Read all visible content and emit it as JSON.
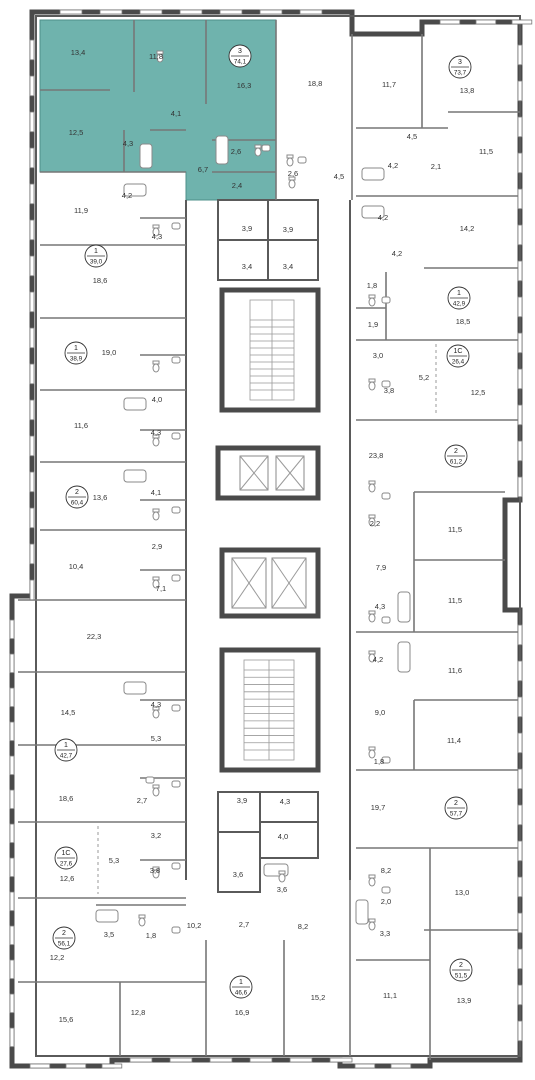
{
  "colors": {
    "selected_fill": "#6fb3ad",
    "wall": "#5a5a5a",
    "background": "#ffffff"
  },
  "apartments": [
    {
      "type": "3",
      "area": "74,1",
      "selected": true
    },
    {
      "type": "3",
      "area": "73,7"
    },
    {
      "type": "1",
      "area": "39,0"
    },
    {
      "type": "1",
      "area": "42,9"
    },
    {
      "type": "1",
      "area": "38,9"
    },
    {
      "type": "1С",
      "area": "26,4"
    },
    {
      "type": "2",
      "area": "61,2"
    },
    {
      "type": "2",
      "area": "60,4"
    },
    {
      "type": "1",
      "area": "42,7"
    },
    {
      "type": "2",
      "area": "57,7"
    },
    {
      "type": "1С",
      "area": "27,6"
    },
    {
      "type": "2",
      "area": "56,1"
    },
    {
      "type": "2",
      "area": "51,5"
    },
    {
      "type": "1",
      "area": "46,6"
    }
  ],
  "room_areas": [
    "13,4",
    "11,8",
    "16,3",
    "4,1",
    "12,5",
    "4,3",
    "6,7",
    "2,6",
    "2,4",
    "4,2",
    "18,8",
    "11,7",
    "13,8",
    "4,5",
    "11,5",
    "2,6",
    "4,5",
    "4,2",
    "2,1",
    "4,2",
    "14,2",
    "4,2",
    "1,8",
    "18,5",
    "1,9",
    "3,0",
    "5,2",
    "3,8",
    "12,5",
    "23,8",
    "2,2",
    "11,5",
    "7,9",
    "11,5",
    "4,3",
    "4,2",
    "11,6",
    "9,0",
    "11,4",
    "1,8",
    "19,7",
    "8,2",
    "13,0",
    "2,0",
    "3,3",
    "11,1",
    "13,9",
    "15,2",
    "8,2",
    "16,9",
    "2,7",
    "3,6",
    "3,6",
    "4,0",
    "4,3",
    "3,9",
    "10,2",
    "12,8",
    "15,6",
    "1,8",
    "3,5",
    "12,2",
    "3,8",
    "3,2",
    "5,3",
    "12,6",
    "2,7",
    "18,6",
    "5,3",
    "4,3",
    "14,5",
    "22,3",
    "7,1",
    "2,9",
    "10,4",
    "4,1",
    "13,6",
    "4,3",
    "11,6",
    "4,0",
    "19,0",
    "18,6",
    "4,3",
    "11,9",
    "3,9",
    "3,9",
    "3,4",
    "3,4"
  ]
}
